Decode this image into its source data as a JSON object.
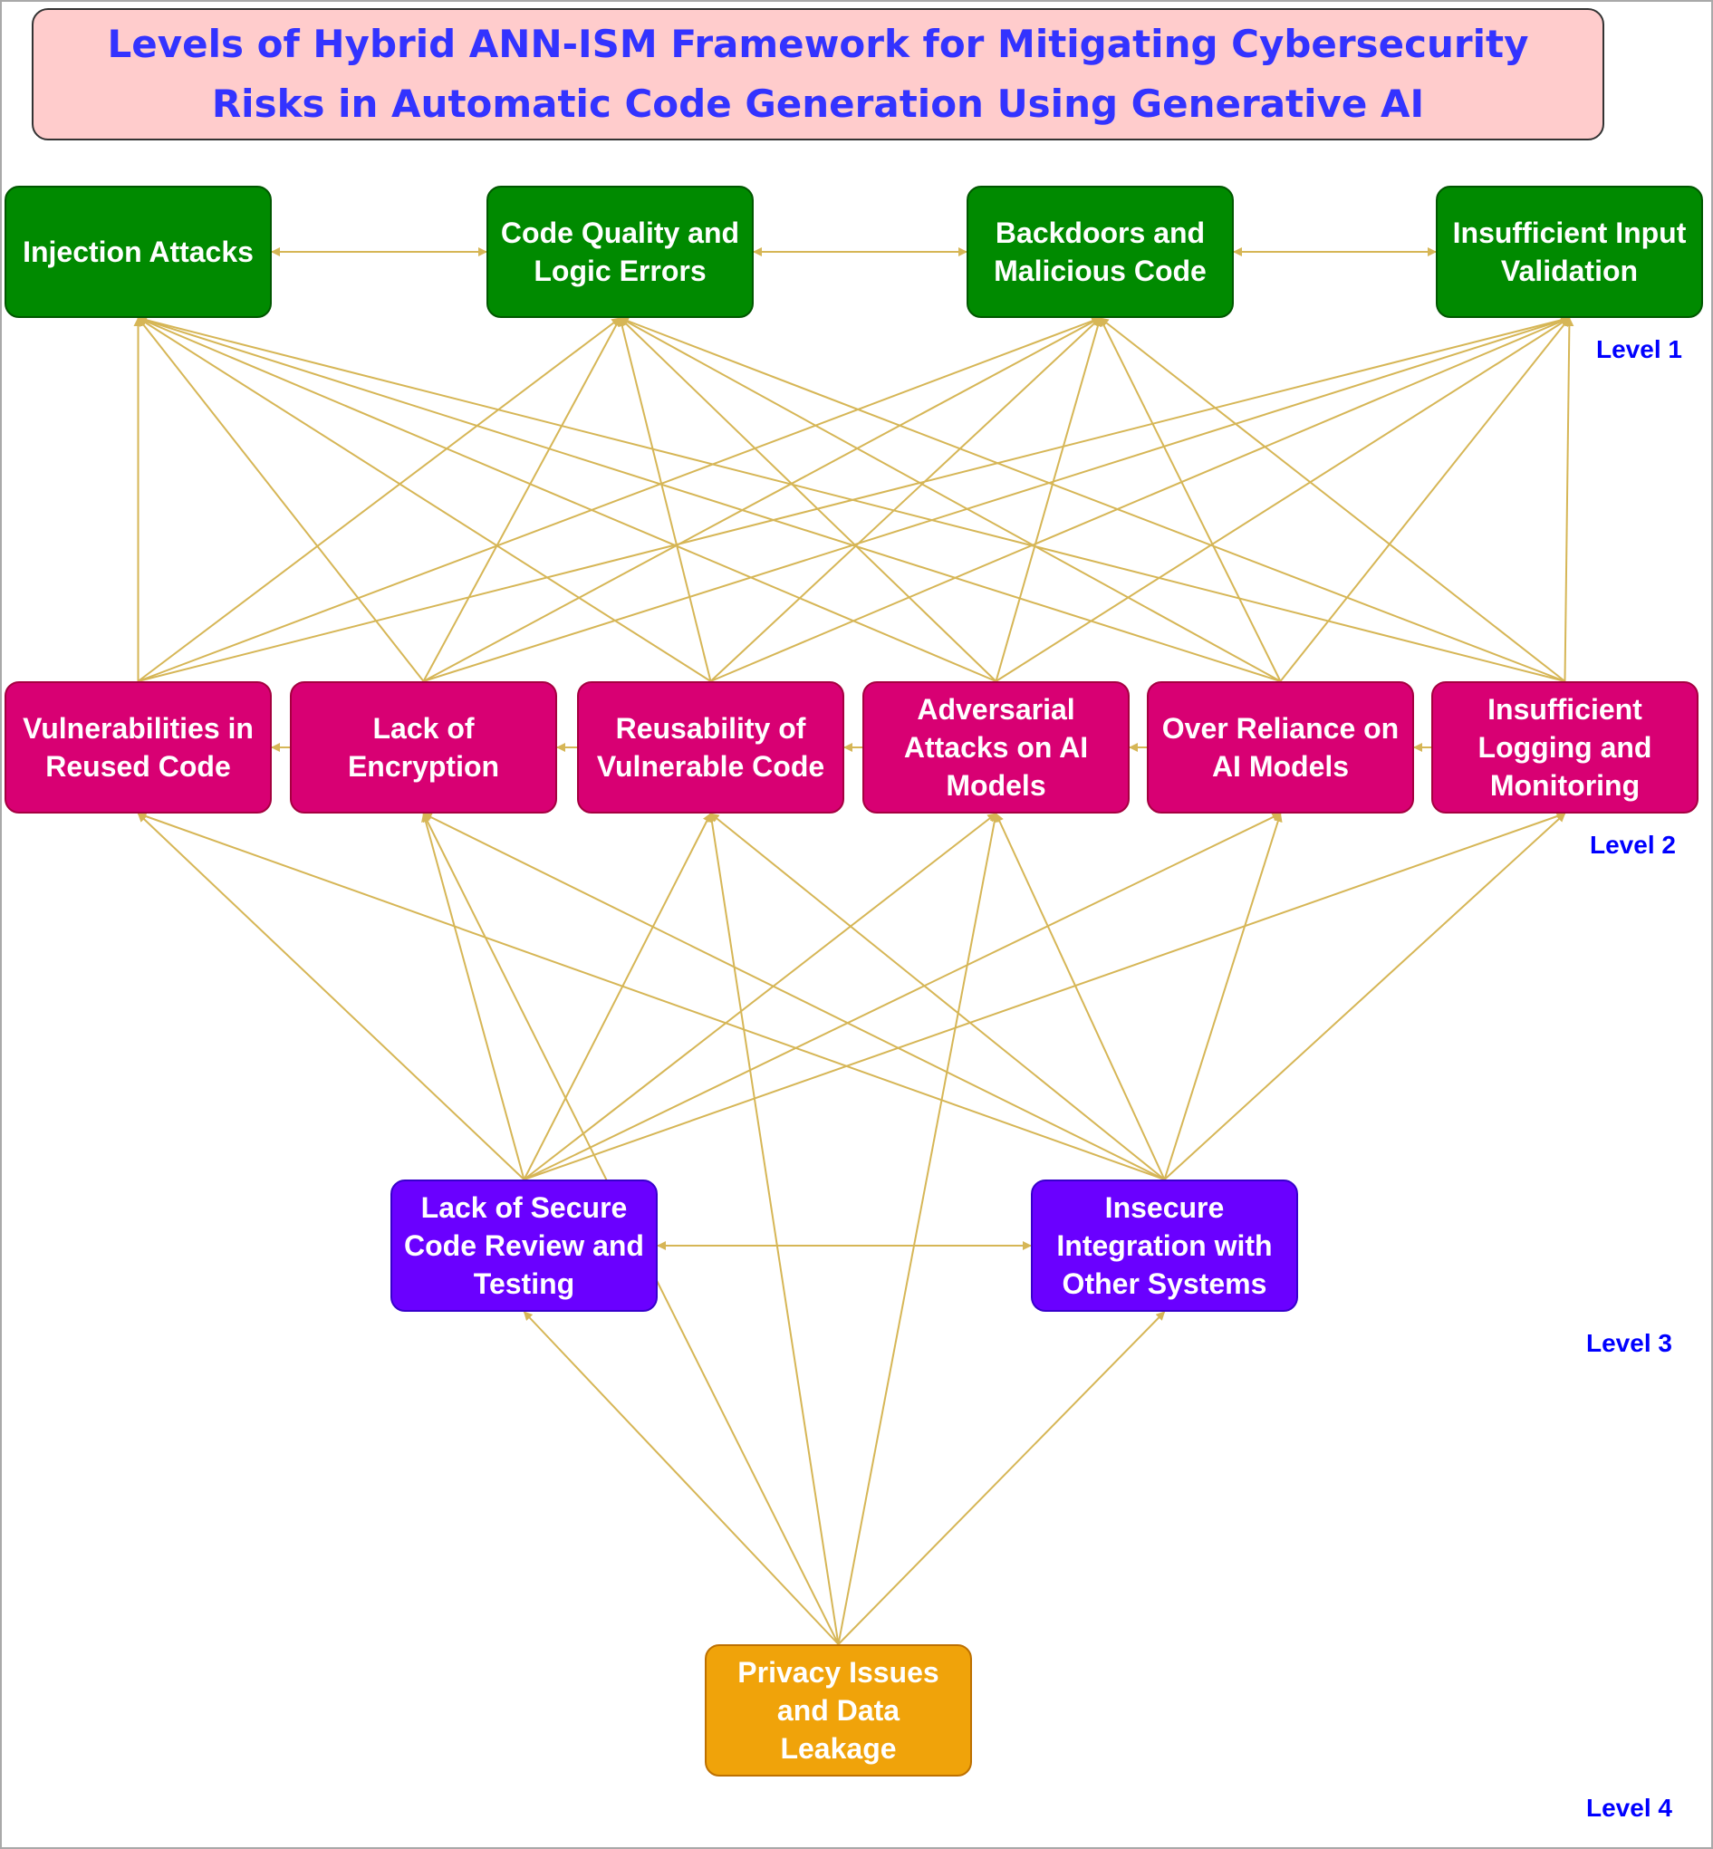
{
  "title": "Levels of Hybrid ANN-ISM Framework for Mitigating Cybersecurity Risks in Automatic Code Generation Using Generative AI",
  "colors": {
    "title_fill": "#ffcccc",
    "title_text": "#3333ff",
    "level1": "#008a00",
    "level2": "#d80073",
    "level3": "#6a00ff",
    "level4": "#f0a30a",
    "edge": "#d6b656",
    "level_label": "#0000ff"
  },
  "levels": [
    {
      "id": "L1",
      "label": "Level 1"
    },
    {
      "id": "L2",
      "label": "Level 2"
    },
    {
      "id": "L3",
      "label": "Level 3"
    },
    {
      "id": "L4",
      "label": "Level 4"
    }
  ],
  "nodes": [
    {
      "id": "A",
      "level": 1,
      "label": "Injection Attacks"
    },
    {
      "id": "B",
      "level": 1,
      "label": "Code Quality and\nLogic Errors"
    },
    {
      "id": "C",
      "level": 1,
      "label": "Backdoors and\nMalicious Code"
    },
    {
      "id": "D",
      "level": 1,
      "label": "Insufficient Input\nValidation"
    },
    {
      "id": "E",
      "level": 2,
      "label": "Vulnerabilities in\nReused Code"
    },
    {
      "id": "F",
      "level": 2,
      "label": "Lack of\nEncryption"
    },
    {
      "id": "G",
      "level": 2,
      "label": "Reusability of\nVulnerable Code"
    },
    {
      "id": "H",
      "level": 2,
      "label": "Adversarial\nAttacks on AI\nModels"
    },
    {
      "id": "I",
      "level": 2,
      "label": "Over Reliance on\nAI Models"
    },
    {
      "id": "J",
      "level": 2,
      "label": "Insufficient\nLogging and\nMonitoring"
    },
    {
      "id": "K",
      "level": 3,
      "label": "Lack of Secure\nCode Review and\nTesting"
    },
    {
      "id": "L",
      "level": 3,
      "label": "Insecure\nIntegration with\nOther Systems"
    },
    {
      "id": "M",
      "level": 4,
      "label": "Privacy Issues\nand Data\nLeakage"
    }
  ],
  "edges": [
    {
      "from": "A",
      "to": "B",
      "dir": "both"
    },
    {
      "from": "B",
      "to": "C",
      "dir": "both"
    },
    {
      "from": "C",
      "to": "D",
      "dir": "both"
    },
    {
      "from": "F",
      "to": "E",
      "dir": "forward"
    },
    {
      "from": "G",
      "to": "F",
      "dir": "forward"
    },
    {
      "from": "H",
      "to": "G",
      "dir": "forward"
    },
    {
      "from": "I",
      "to": "H",
      "dir": "forward"
    },
    {
      "from": "J",
      "to": "I",
      "dir": "forward"
    },
    {
      "from": "K",
      "to": "L",
      "dir": "both"
    },
    {
      "from": "E",
      "to": "A",
      "dir": "forward"
    },
    {
      "from": "E",
      "to": "B",
      "dir": "forward"
    },
    {
      "from": "E",
      "to": "C",
      "dir": "forward"
    },
    {
      "from": "E",
      "to": "D",
      "dir": "forward"
    },
    {
      "from": "F",
      "to": "A",
      "dir": "forward"
    },
    {
      "from": "F",
      "to": "B",
      "dir": "forward"
    },
    {
      "from": "F",
      "to": "C",
      "dir": "forward"
    },
    {
      "from": "F",
      "to": "D",
      "dir": "forward"
    },
    {
      "from": "G",
      "to": "A",
      "dir": "forward"
    },
    {
      "from": "G",
      "to": "B",
      "dir": "forward"
    },
    {
      "from": "G",
      "to": "C",
      "dir": "forward"
    },
    {
      "from": "G",
      "to": "D",
      "dir": "forward"
    },
    {
      "from": "H",
      "to": "A",
      "dir": "forward"
    },
    {
      "from": "H",
      "to": "B",
      "dir": "forward"
    },
    {
      "from": "H",
      "to": "C",
      "dir": "forward"
    },
    {
      "from": "H",
      "to": "D",
      "dir": "forward"
    },
    {
      "from": "I",
      "to": "A",
      "dir": "forward"
    },
    {
      "from": "I",
      "to": "B",
      "dir": "forward"
    },
    {
      "from": "I",
      "to": "C",
      "dir": "forward"
    },
    {
      "from": "I",
      "to": "D",
      "dir": "forward"
    },
    {
      "from": "J",
      "to": "A",
      "dir": "forward"
    },
    {
      "from": "J",
      "to": "B",
      "dir": "forward"
    },
    {
      "from": "J",
      "to": "C",
      "dir": "forward"
    },
    {
      "from": "J",
      "to": "D",
      "dir": "forward"
    },
    {
      "from": "K",
      "to": "E",
      "dir": "forward"
    },
    {
      "from": "K",
      "to": "F",
      "dir": "forward"
    },
    {
      "from": "K",
      "to": "G",
      "dir": "forward"
    },
    {
      "from": "K",
      "to": "H",
      "dir": "forward"
    },
    {
      "from": "K",
      "to": "I",
      "dir": "forward"
    },
    {
      "from": "K",
      "to": "J",
      "dir": "forward"
    },
    {
      "from": "L",
      "to": "E",
      "dir": "forward"
    },
    {
      "from": "L",
      "to": "F",
      "dir": "forward"
    },
    {
      "from": "L",
      "to": "G",
      "dir": "forward"
    },
    {
      "from": "L",
      "to": "H",
      "dir": "forward"
    },
    {
      "from": "L",
      "to": "I",
      "dir": "forward"
    },
    {
      "from": "L",
      "to": "J",
      "dir": "forward"
    },
    {
      "from": "M",
      "to": "K",
      "dir": "forward"
    },
    {
      "from": "M",
      "to": "L",
      "dir": "forward"
    },
    {
      "from": "M",
      "to": "F",
      "dir": "forward"
    },
    {
      "from": "M",
      "to": "G",
      "dir": "forward"
    },
    {
      "from": "M",
      "to": "H",
      "dir": "forward"
    }
  ]
}
